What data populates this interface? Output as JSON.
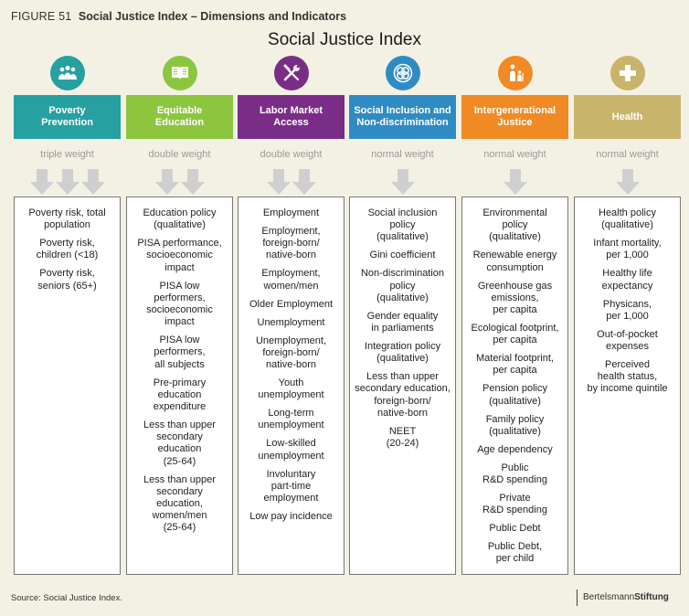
{
  "figure": {
    "number": "FIGURE 51",
    "title": "Social Justice Index – Dimensions and Indicators"
  },
  "main_title": "Social Justice Index",
  "columns": [
    {
      "header": "Poverty\nPrevention",
      "icon": "people-coins-icon",
      "color": "#26a0a0",
      "weight": "triple weight",
      "arrows": 3,
      "indicators": [
        "Poverty risk, total\npopulation",
        "Poverty risk,\nchildren (<18)",
        "Poverty risk,\nseniors (65+)"
      ]
    },
    {
      "header": "Equitable\nEducation",
      "icon": "open-book-icon",
      "color": "#8cc63f",
      "weight": "double weight",
      "arrows": 2,
      "indicators": [
        "Education policy\n(qualitative)",
        "PISA performance,\nsocioeconomic\nimpact",
        "PISA low\nperformers,\nsocioeconomic\nimpact",
        "PISA low\nperformers,\nall subjects",
        "Pre-primary\neducation\nexpenditure",
        "Less than upper\nsecondary\neducation\n(25-64)",
        "Less than upper\nsecondary\neducation,\nwomen/men\n(25-64)"
      ]
    },
    {
      "header": "Labor Market\nAccess",
      "icon": "wrench-screwdriver-icon",
      "color": "#7a2d87",
      "weight": "double weight",
      "arrows": 2,
      "indicators": [
        "Employment",
        "Employment,\nforeign-born/\nnative-born",
        "Employment,\nwomen/men",
        "Older Employment",
        "Unemployment",
        "Unemployment,\nforeign-born/\nnative-born",
        "Youth\nunemployment",
        "Long-term\nunemployment",
        "Low-skilled\nunemployment",
        "Involuntary\npart-time\nemployment",
        "Low pay incidence"
      ]
    },
    {
      "header": "Social Inclusion and\nNon-discrimination",
      "icon": "linked-circles-icon",
      "color": "#2f8cc3",
      "weight": "normal weight",
      "arrows": 1,
      "indicators": [
        "Social inclusion\npolicy\n(qualitative)",
        "Gini coefficient",
        "Non-discrimination\npolicy\n(qualitative)",
        "Gender equality\nin parliaments",
        "Integration policy\n(qualitative)",
        "Less than upper\nsecondary education,\nforeign-born/\nnative-born",
        "NEET\n(20-24)"
      ]
    },
    {
      "header": "Intergenerational\nJustice",
      "icon": "generations-icon",
      "color": "#f08a24",
      "weight": "normal weight",
      "arrows": 1,
      "indicators": [
        "Environmental\npolicy\n(qualitative)",
        "Renewable energy\nconsumption",
        "Greenhouse gas\nemissions,\nper capita",
        "Ecological footprint,\nper capita",
        "Material footprint,\nper capita",
        "Pension policy\n(qualitative)",
        "Family policy\n(qualitative)",
        "Age dependency",
        "Public\nR&D spending",
        "Private\nR&D spending",
        "Public Debt",
        "Public Debt,\nper child"
      ]
    },
    {
      "header": "Health",
      "icon": "medical-cross-icon",
      "color": "#c9b46b",
      "weight": "normal weight",
      "arrows": 1,
      "indicators": [
        "Health policy\n(qualitative)",
        "Infant mortality,\nper 1,000",
        "Healthy life\nexpectancy",
        "Physicans,\nper 1,000",
        "Out-of-pocket\nexpenses",
        "Perceived\nhealth status,\nby income quintile"
      ]
    }
  ],
  "source": "Source: Social Justice Index.",
  "logo": {
    "part1": "Bertelsmann",
    "part2": "Stiftung"
  }
}
